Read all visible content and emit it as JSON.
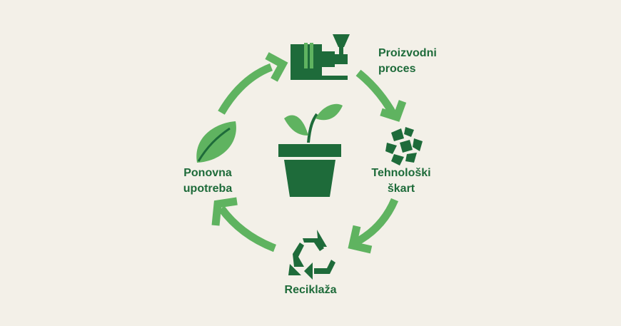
{
  "colors": {
    "background": "#f3f0e8",
    "dark_green": "#1e6b3a",
    "light_green": "#5fb360"
  },
  "diagram": {
    "type": "cycle",
    "center_icon": "potted-plant-icon",
    "steps": [
      {
        "icon": "injection-molding-machine-icon",
        "line1": "Proizvodni",
        "line2": "proces"
      },
      {
        "icon": "plastic-scrap-icon",
        "line1": "Tehnološki",
        "line2": "škart"
      },
      {
        "icon": "recycle-icon",
        "line1": "Reciklaža",
        "line2": ""
      },
      {
        "icon": "leaf-icon",
        "line1": "Ponovna",
        "line2": "upotreba"
      }
    ]
  }
}
